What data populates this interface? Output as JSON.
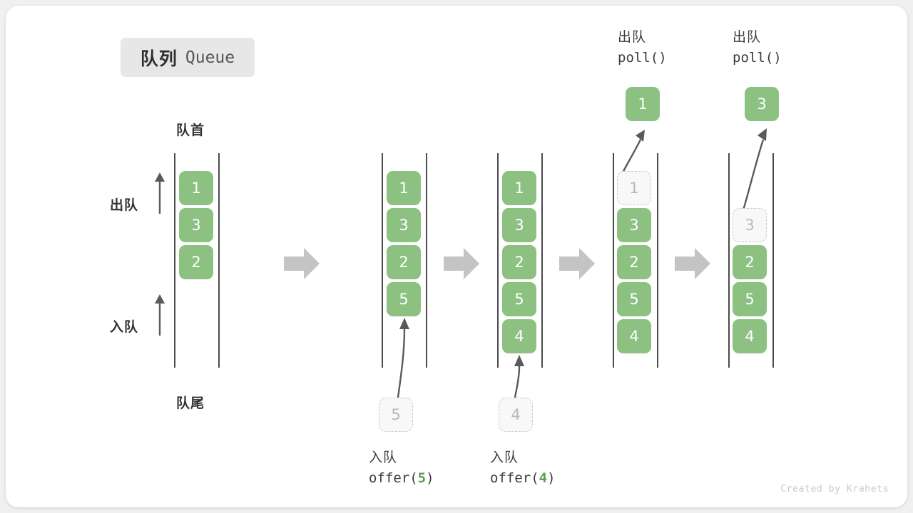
{
  "title": {
    "cn": "队列",
    "en": "Queue"
  },
  "watermark": "Created by Krahets",
  "colors": {
    "cell_fill": "#8cc182",
    "cell_text": "#ffffff",
    "ghost_fill": "#f8f8f8",
    "ghost_border": "#c9c9c9",
    "ghost_text": "#b9b9b9",
    "rail": "#4a4a4a",
    "step_arrow": "#c4c4c4",
    "accent_number": "#5a9e52",
    "chip_bg": "#e7e7e7",
    "card_bg": "#ffffff",
    "page_bg": "#f0f0f0"
  },
  "labels": {
    "front": "队首",
    "rear": "队尾",
    "dequeue": "出队",
    "enqueue": "入队"
  },
  "captions": {
    "offer5": {
      "cn": "入队",
      "fn_prefix": "offer(",
      "arg": "5",
      "fn_suffix": ")"
    },
    "offer4": {
      "cn": "入队",
      "fn_prefix": "offer(",
      "arg": "4",
      "fn_suffix": ")"
    },
    "poll1": {
      "cn": "出队",
      "code": "poll()"
    },
    "poll2": {
      "cn": "出队",
      "code": "poll()"
    }
  },
  "columns": [
    {
      "name": "initial-queue",
      "cells": [
        {
          "value": "1",
          "state": "solid"
        },
        {
          "value": "3",
          "state": "solid"
        },
        {
          "value": "2",
          "state": "solid"
        }
      ]
    },
    {
      "name": "after-offer-5",
      "cells": [
        {
          "value": "1",
          "state": "solid"
        },
        {
          "value": "3",
          "state": "solid"
        },
        {
          "value": "2",
          "state": "solid"
        },
        {
          "value": "5",
          "state": "solid"
        }
      ],
      "incoming": {
        "value": "5",
        "state": "ghost"
      }
    },
    {
      "name": "after-offer-4",
      "cells": [
        {
          "value": "1",
          "state": "solid"
        },
        {
          "value": "3",
          "state": "solid"
        },
        {
          "value": "2",
          "state": "solid"
        },
        {
          "value": "5",
          "state": "solid"
        },
        {
          "value": "4",
          "state": "solid"
        }
      ],
      "incoming": {
        "value": "4",
        "state": "ghost"
      }
    },
    {
      "name": "after-poll-1",
      "cells": [
        {
          "value": "1",
          "state": "ghost"
        },
        {
          "value": "3",
          "state": "solid"
        },
        {
          "value": "2",
          "state": "solid"
        },
        {
          "value": "5",
          "state": "solid"
        },
        {
          "value": "4",
          "state": "solid"
        }
      ],
      "outgoing": {
        "value": "1",
        "state": "solid"
      }
    },
    {
      "name": "after-poll-3",
      "cells": [
        {
          "value": "",
          "state": "empty"
        },
        {
          "value": "3",
          "state": "ghost"
        },
        {
          "value": "2",
          "state": "solid"
        },
        {
          "value": "5",
          "state": "solid"
        },
        {
          "value": "4",
          "state": "solid"
        }
      ],
      "outgoing": {
        "value": "3",
        "state": "solid"
      }
    }
  ]
}
